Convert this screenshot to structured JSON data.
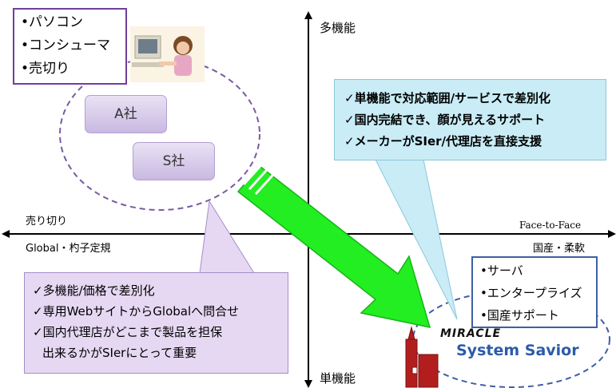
{
  "axes": {
    "top": "多機能",
    "bottom": "単機能",
    "left_top": "売り切り",
    "left_bottom": "Global・杓子定規",
    "right_top": "Face-to-Face",
    "right_bottom": "国産・柔軟"
  },
  "top_left_box": [
    "•パソコン",
    "•コンシューマ",
    "•売切り"
  ],
  "companies": [
    "A社",
    "S社"
  ],
  "right_top_box": [
    "✓単機能で対応範囲/サービスで差別化",
    "✓国内完結でき、顔が見えるサポート",
    "✓メーカーがSIer/代理店を直接支援"
  ],
  "purple_box": [
    "✓多機能/価格で差別化",
    "✓専用WebサイトからGlobalへ問合せ",
    "✓国内代理店がどこまで製品を担保",
    "出来るかがSIerにとって重要"
  ],
  "bottom_right_box": [
    "•サーバ",
    "•エンタープライズ",
    "•国産サポート"
  ],
  "logo": {
    "top": "MIRACLE",
    "bottom": "System Savior"
  },
  "colors": {
    "purple": "#6f3f9a",
    "green": "#22ee22",
    "cyan": "#c9ecf6",
    "lavender": "#e6d8f3",
    "navy": "#3d5fa6"
  }
}
